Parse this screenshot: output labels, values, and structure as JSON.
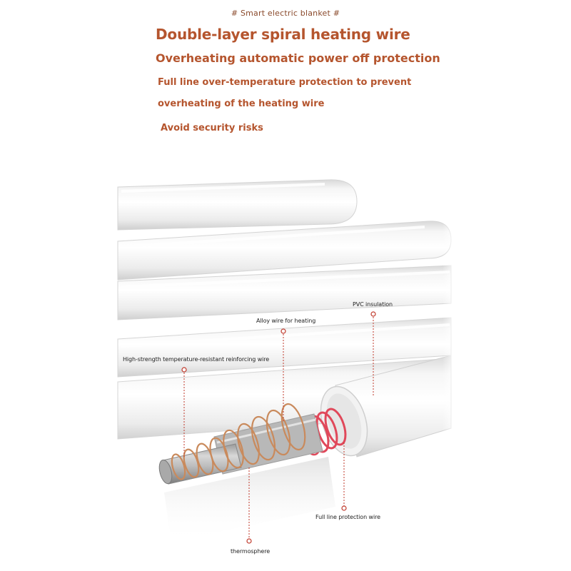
{
  "header": {
    "tag": "# Smart electric blanket #",
    "headline": "Double-layer spiral heating wire",
    "subheadline": "Overheating automatic power off protection"
  },
  "description": {
    "line1": "Full line over-temperature protection to prevent",
    "line2": "overheating of the heating wire",
    "line3": "Avoid security risks"
  },
  "callouts": {
    "pvc": "PVC insulation",
    "alloy": "Alloy wire for heating",
    "reinforcing": "High-strength temperature-resistant reinforcing wire",
    "protection": "Full line protection wire",
    "thermo": "thermosphere"
  },
  "colors": {
    "accent_text": "#b5552e",
    "leader_line": "#c0392b",
    "copper_spiral": "#c98a5c",
    "red_wire": "#e0485a"
  }
}
